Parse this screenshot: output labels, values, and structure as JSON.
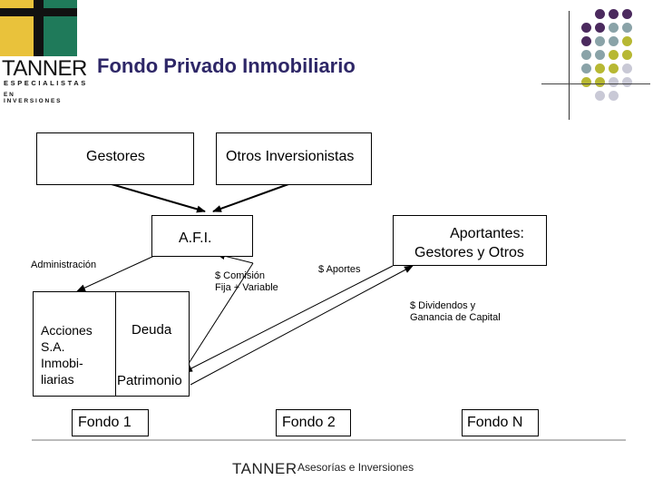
{
  "header": {
    "title": "Fondo Privado Inmobiliario",
    "logo": {
      "word": "TANNER",
      "line1": "ESPECIALISTAS",
      "line2": "EN INVERSIONES",
      "colors": {
        "yellow": "#e9c23b",
        "green": "#1f7a5a",
        "dark": "#111111"
      }
    }
  },
  "diagram": {
    "boxes": {
      "gestores": "Gestores",
      "otros_inversionistas": "Otros Inversionistas",
      "afi": "A.F.I.",
      "aportantes": "Aportantes:\nGestores y Otros",
      "acciones": "Acciones\nS.A.\nInmobi-\nliarias"
    },
    "labels": {
      "administracion": "Administración",
      "comision": "$ Comisión\nFija + Variable",
      "aportes": "$ Aportes",
      "dividendos": "$ Dividendos y\nGanancia de Capital",
      "deuda": "Deuda",
      "patrimonio": "Patrimonio"
    },
    "fondos": {
      "f1": "Fondo 1",
      "f2": "Fondo 2",
      "fn": "Fondo N"
    }
  },
  "footer": {
    "brand": "TANNER",
    "text": "Asesorías e Inversiones"
  },
  "decor": {
    "dot_colors": {
      "purple": "#4b2a5e",
      "teal": "#8aa3a8",
      "olive": "#b7b833",
      "grey": "#c9c9d6"
    }
  }
}
